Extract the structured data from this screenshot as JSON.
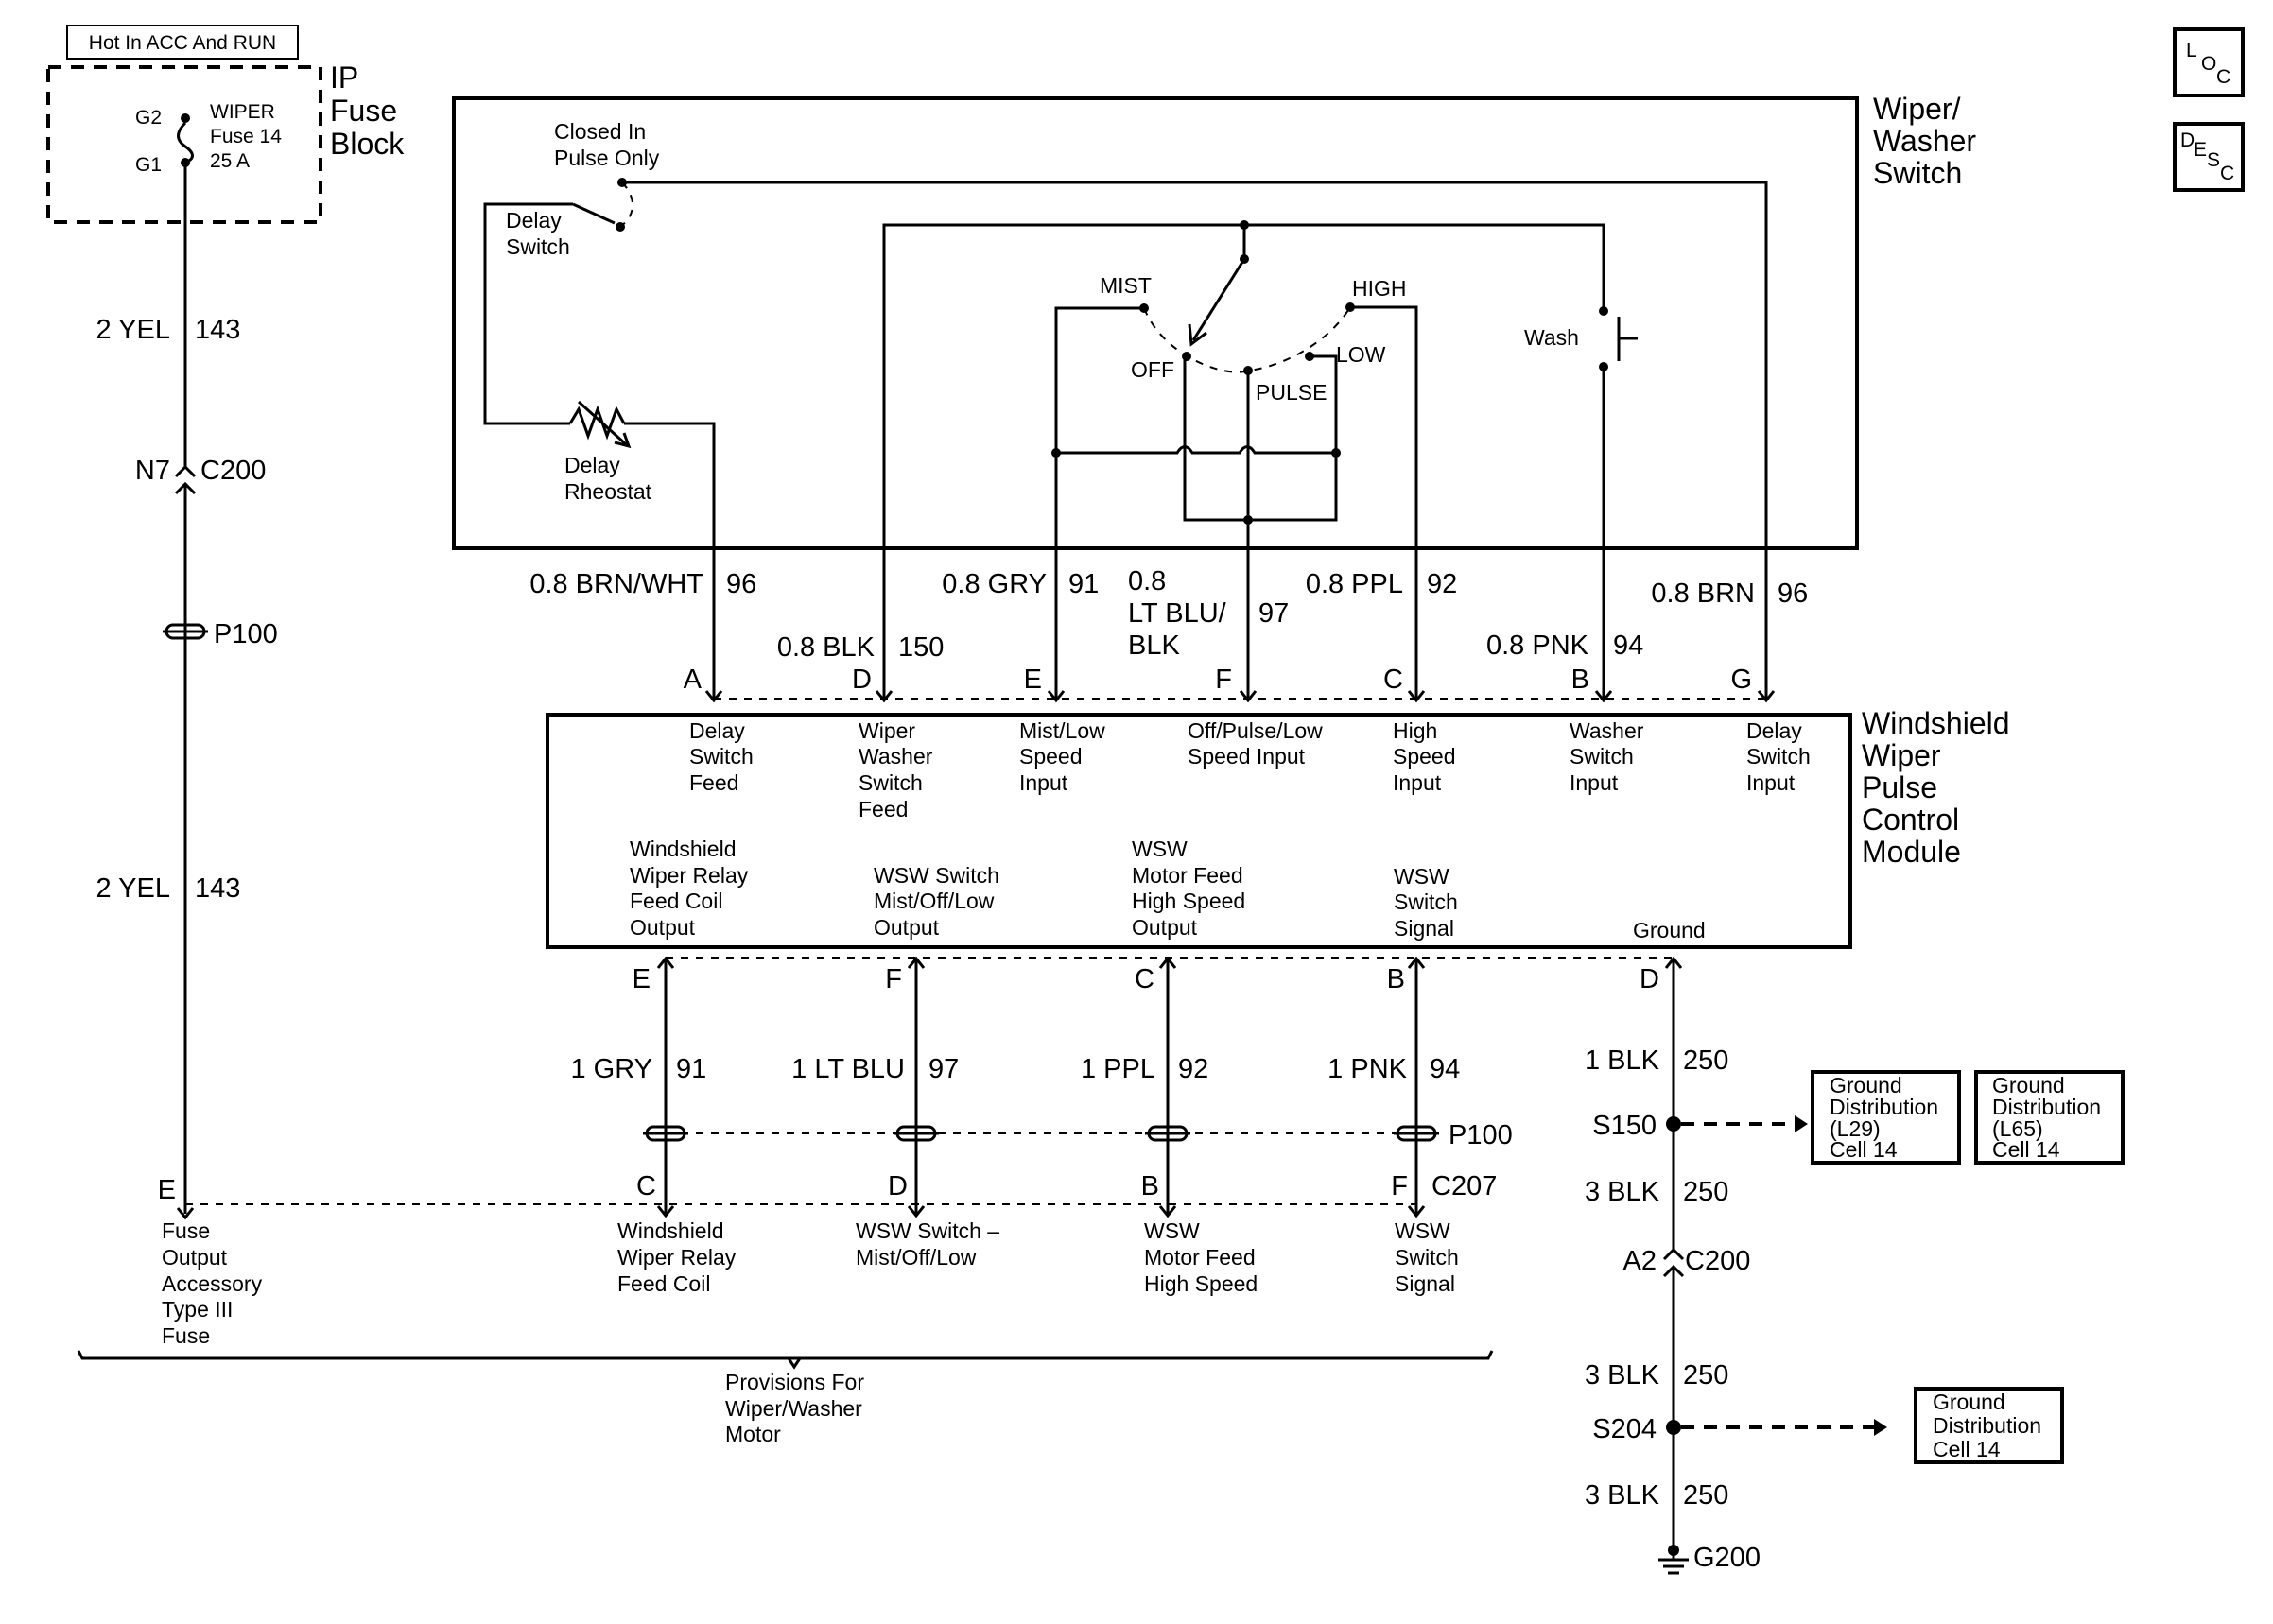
{
  "header": {
    "hot_label": "Hot In ACC And RUN",
    "loc": [
      "L",
      "O",
      "C"
    ],
    "desc": [
      "D",
      "E",
      "S",
      "C"
    ]
  },
  "fuse_block": {
    "title": [
      "IP",
      "Fuse",
      "Block"
    ],
    "g2": "G2",
    "g1": "G1",
    "fuse_label": [
      "WIPER",
      "Fuse 14",
      "25 A"
    ]
  },
  "left_wire": {
    "upper_color": "2 YEL",
    "upper_circuit": "143",
    "conn_pin": "N7",
    "conn_name": "C200",
    "p100": "P100",
    "lower_color": "2 YEL",
    "lower_circuit": "143",
    "pin_e": "E",
    "fuse_output_label": [
      "Fuse",
      "Output",
      "Accessory",
      "Type III",
      "Fuse"
    ]
  },
  "switch": {
    "title": [
      "Wiper/",
      "Washer",
      "Switch"
    ],
    "closed_in_pulse": [
      "Closed In",
      "Pulse Only"
    ],
    "delay_switch": [
      "Delay",
      "Switch"
    ],
    "delay_rheostat": [
      "Delay",
      "Rheostat"
    ],
    "mist": "MIST",
    "high": "HIGH",
    "off": "OFF",
    "pulse": "PULSE",
    "low": "LOW",
    "wash": "Wash"
  },
  "upper_wires": [
    {
      "color": "0.8 BRN/WHT",
      "circuit": "96",
      "pin": "A"
    },
    {
      "color": "0.8 BLK",
      "circuit": "150",
      "pin": "D"
    },
    {
      "color": "0.8 GRY",
      "circuit": "91",
      "pin": "E"
    },
    {
      "color_lines": [
        "0.8",
        "LT BLU/",
        "BLK"
      ],
      "circuit": "97",
      "pin": "F"
    },
    {
      "color": "0.8 PPL",
      "circuit": "92",
      "pin": "C"
    },
    {
      "color": "0.8 PNK",
      "circuit": "94",
      "pin": "B"
    },
    {
      "color": "0.8 BRN",
      "circuit": "96",
      "pin": "G"
    }
  ],
  "module": {
    "title": [
      "Windshield",
      "Wiper",
      "Pulse",
      "Control",
      "Module"
    ],
    "inputs": [
      [
        "Delay",
        "Switch",
        "Feed"
      ],
      [
        "Wiper",
        "Washer",
        "Switch",
        "Feed"
      ],
      [
        "Mist/Low",
        "Speed",
        "Input"
      ],
      [
        "Off/Pulse/Low",
        "Speed Input"
      ],
      [
        "High",
        "Speed",
        "Input"
      ],
      [
        "Washer",
        "Switch",
        "Input"
      ],
      [
        "Delay",
        "Switch",
        "Input"
      ]
    ],
    "outputs": [
      [
        "Windshield",
        "Wiper Relay",
        "Feed Coil",
        "Output"
      ],
      [
        "WSW Switch",
        "Mist/Off/Low",
        "Output"
      ],
      [
        "WSW",
        "Motor Feed",
        "High Speed",
        "Output"
      ],
      [
        "WSW",
        "Switch",
        "Signal"
      ]
    ],
    "ground_label": "Ground"
  },
  "lower_wires": [
    {
      "pin_top": "E",
      "color": "1 GRY",
      "circuit": "91",
      "pin_bottom": "C",
      "label": [
        "Windshield",
        "Wiper Relay",
        "Feed Coil"
      ]
    },
    {
      "pin_top": "F",
      "color": "1 LT BLU",
      "circuit": "97",
      "pin_bottom": "D",
      "label": [
        "WSW Switch –",
        "Mist/Off/Low"
      ]
    },
    {
      "pin_top": "C",
      "color": "1 PPL",
      "circuit": "92",
      "pin_bottom": "B",
      "label": [
        "WSW",
        "Motor Feed",
        "High Speed"
      ]
    },
    {
      "pin_top": "B",
      "color": "1 PNK",
      "circuit": "94",
      "pin_bottom": "F",
      "label": [
        "WSW",
        "Switch",
        "Signal"
      ]
    }
  ],
  "lower_conn": {
    "p100": "P100",
    "c207": "C207"
  },
  "provisions": [
    "Provisions For",
    "Wiper/Washer",
    "Motor"
  ],
  "ground_path": {
    "pin_d": "D",
    "w1_color": "1 BLK",
    "w1_circuit": "250",
    "s150": "S150",
    "w2_color": "3 BLK",
    "w2_circuit": "250",
    "a2": "A2",
    "c200": "C200",
    "w3_color": "3 BLK",
    "w3_circuit": "250",
    "s204": "S204",
    "w4_color": "3 BLK",
    "w4_circuit": "250",
    "g200": "G200",
    "box_l29": [
      "Ground",
      "Distribution",
      "(L29)",
      "Cell 14"
    ],
    "box_l65": [
      "Ground",
      "Distribution",
      "(L65)",
      "Cell 14"
    ],
    "box_s204": [
      "Ground",
      "Distribution",
      "Cell 14"
    ]
  }
}
